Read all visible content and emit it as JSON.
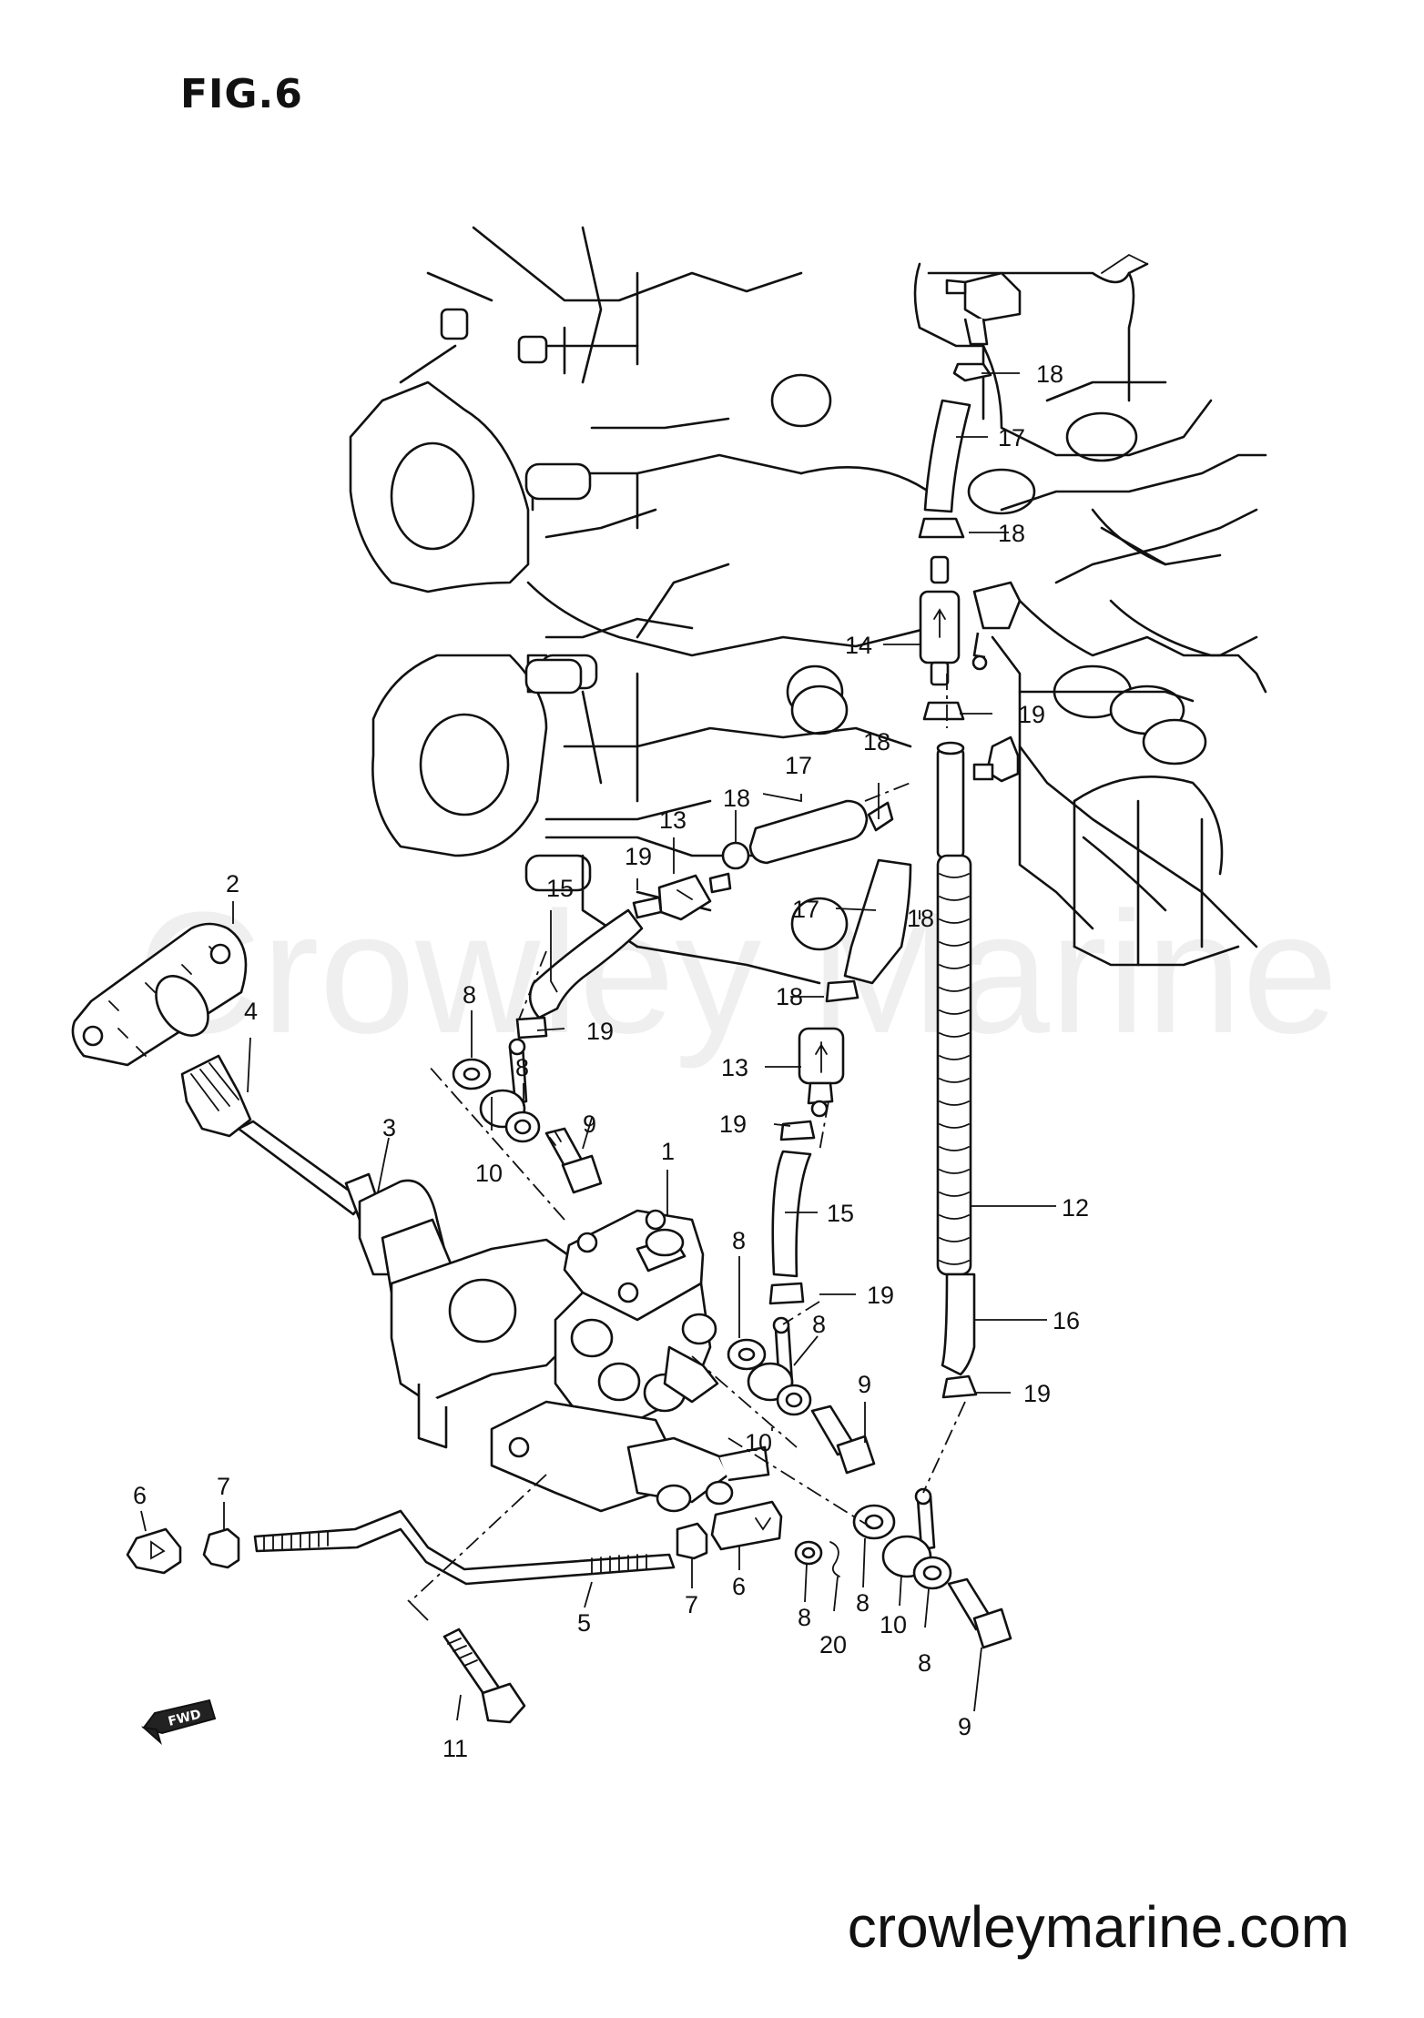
{
  "figure_title": "FIG.6",
  "watermark": "Crowley Marine",
  "footer_url": "crowleymarine.com",
  "fwd_label": "FWD",
  "callouts": [
    {
      "id": "c18a",
      "label": "18"
    },
    {
      "id": "c17a",
      "label": "17"
    },
    {
      "id": "c18b",
      "label": "18"
    },
    {
      "id": "c14",
      "label": "14"
    },
    {
      "id": "c19a",
      "label": "19"
    },
    {
      "id": "c18c",
      "label": "18"
    },
    {
      "id": "c17b",
      "label": "17"
    },
    {
      "id": "c18d",
      "label": "18"
    },
    {
      "id": "c13a",
      "label": "13"
    },
    {
      "id": "c19b",
      "label": "19"
    },
    {
      "id": "c15a",
      "label": "15"
    },
    {
      "id": "c17c",
      "label": "17"
    },
    {
      "id": "c18e",
      "label": "18"
    },
    {
      "id": "c18f",
      "label": "18"
    },
    {
      "id": "c2",
      "label": "2"
    },
    {
      "id": "c4",
      "label": "4"
    },
    {
      "id": "c8a",
      "label": "8"
    },
    {
      "id": "c19c",
      "label": "19"
    },
    {
      "id": "c13b",
      "label": "13"
    },
    {
      "id": "c8b",
      "label": "8"
    },
    {
      "id": "c19d",
      "label": "19"
    },
    {
      "id": "c3",
      "label": "3"
    },
    {
      "id": "c10a",
      "label": "10"
    },
    {
      "id": "c9a",
      "label": "9"
    },
    {
      "id": "c1",
      "label": "1"
    },
    {
      "id": "c15b",
      "label": "15"
    },
    {
      "id": "c12",
      "label": "12"
    },
    {
      "id": "c8c",
      "label": "8"
    },
    {
      "id": "c19e",
      "label": "19"
    },
    {
      "id": "c16",
      "label": "16"
    },
    {
      "id": "c8d",
      "label": "8"
    },
    {
      "id": "c9b",
      "label": "9"
    },
    {
      "id": "c19f",
      "label": "19"
    },
    {
      "id": "c10b",
      "label": "10"
    },
    {
      "id": "c6a",
      "label": "6"
    },
    {
      "id": "c7a",
      "label": "7"
    },
    {
      "id": "c5",
      "label": "5"
    },
    {
      "id": "c7b",
      "label": "7"
    },
    {
      "id": "c6b",
      "label": "6"
    },
    {
      "id": "c8e",
      "label": "8"
    },
    {
      "id": "c20",
      "label": "20"
    },
    {
      "id": "c8f",
      "label": "8"
    },
    {
      "id": "c10c",
      "label": "10"
    },
    {
      "id": "c8g",
      "label": "8"
    },
    {
      "id": "c9c",
      "label": "9"
    },
    {
      "id": "c11",
      "label": "11"
    }
  ]
}
